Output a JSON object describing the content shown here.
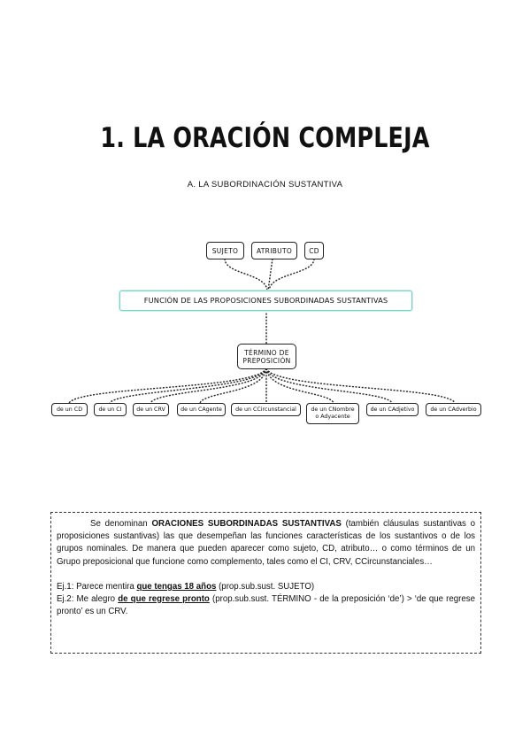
{
  "title": "1. LA ORACIÓN COMPLEJA",
  "subtitle": "A. LA SUBORDINACIÓN SUSTANTIVA",
  "diagram": {
    "top_nodes": [
      "SUJETO",
      "ATRIBUTO",
      "CD"
    ],
    "main_node": "FUNCIÓN DE LAS PROPOSICIONES SUBORDINADAS SUSTANTIVAS",
    "term_node_line1": "TÉRMINO DE",
    "term_node_line2": "PREPOSICIÓN",
    "leaves": [
      "de un CD",
      "de un CI",
      "de un CRV",
      "de un CAgente",
      "de un CCircunstancial",
      "de un CNombre",
      "o Adyacente",
      "de un CAdjetivo",
      "de un CAdverbio"
    ]
  },
  "definition": {
    "p1_start": "Se denominan ",
    "p1_bold": "ORACIONES SUBORDINADAS SUSTANTIVAS",
    "p1_end": " (también cláusulas sustantivas o proposiciones sustantivas) las que desempeñan las funciones características de los sustantivos o  de los grupos nominales. De manera que pueden aparecer como sujeto, CD, atributo… o como términos de un Grupo preposicional que funcione como complemento, tales como el CI, CRV, CCircunstanciales…",
    "ex1_pre": "Ej.1: Parece mentira ",
    "ex1_bold": "que tengas 18 años",
    "ex1_post": " (prop.sub.sust. SUJETO)",
    "ex2_pre": "Ej.2: Me alegro ",
    "ex2_bold": "de que regrese pronto",
    "ex2_post": " (prop.sub.sust. TÉRMINO - de la preposición ‘de’) > ‘de que regrese pronto’ es un CRV."
  }
}
